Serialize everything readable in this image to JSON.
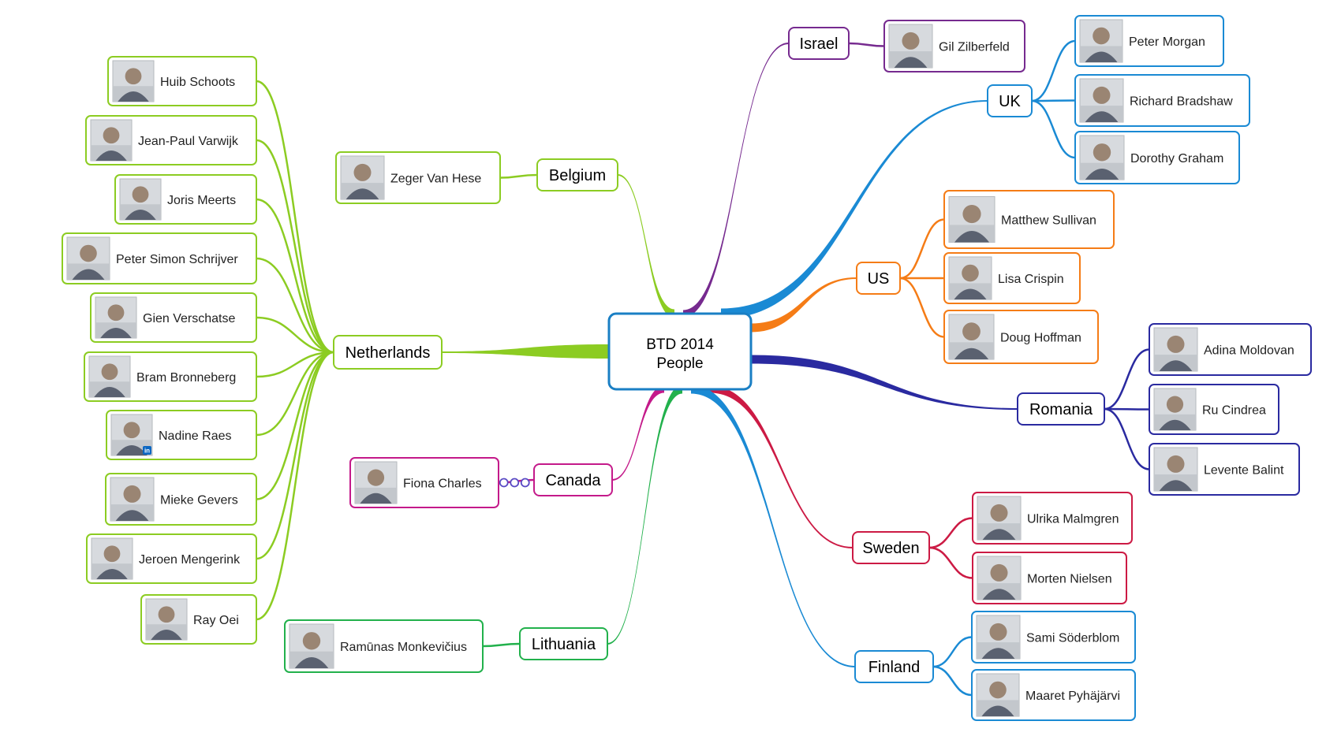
{
  "central": {
    "line1": "BTD 2014",
    "line2": "People",
    "color": "#1a7fc4"
  },
  "countries": [
    {
      "id": "netherlands",
      "label": "Netherlands",
      "color": "#8ccc22",
      "people": [
        "Huib Schoots",
        "Jean-Paul Varwijk",
        "Joris Meerts",
        "Peter Simon Schrijver",
        "Gien Verschatse",
        "Bram Bronneberg",
        "Nadine Raes",
        "Mieke Gevers",
        "Jeroen Mengerink",
        "Ray Oei"
      ]
    },
    {
      "id": "belgium",
      "label": "Belgium",
      "color": "#8ccc22",
      "people": [
        "Zeger Van Hese"
      ]
    },
    {
      "id": "canada",
      "label": "Canada",
      "color": "#c41a8a",
      "people": [
        "Fiona Charles"
      ]
    },
    {
      "id": "lithuania",
      "label": "Lithuania",
      "color": "#22b14c",
      "people": [
        "Ramūnas Monkevičius"
      ]
    },
    {
      "id": "israel",
      "label": "Israel",
      "color": "#762a8f",
      "people": [
        "Gil Zilberfeld"
      ]
    },
    {
      "id": "uk",
      "label": "UK",
      "color": "#1a8ad4",
      "people": [
        "Peter Morgan",
        "Richard Bradshaw",
        "Dorothy Graham"
      ]
    },
    {
      "id": "us",
      "label": "US",
      "color": "#f57c16",
      "people": [
        "Matthew Sullivan",
        "Lisa Crispin",
        "Doug Hoffman"
      ]
    },
    {
      "id": "romania",
      "label": "Romania",
      "color": "#2a2aa0",
      "people": [
        "Adina Moldovan",
        "Ru Cindrea",
        "Levente Balint"
      ]
    },
    {
      "id": "sweden",
      "label": "Sweden",
      "color": "#cc1a44",
      "people": [
        "Ulrika Malmgren",
        "Morten Nielsen"
      ]
    },
    {
      "id": "finland",
      "label": "Finland",
      "color": "#1a8ad4",
      "people": [
        "Sami Söderblom",
        "Maaret Pyhäjärvi"
      ]
    }
  ],
  "icons": {
    "photo": "person-photo-icon",
    "badge": "linkedin-badge-icon"
  }
}
